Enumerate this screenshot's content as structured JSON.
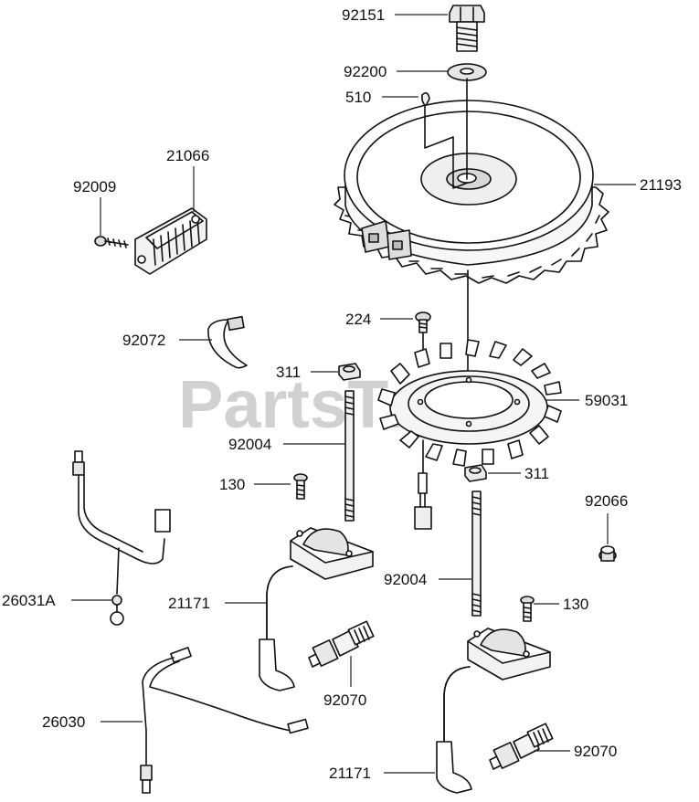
{
  "watermark": "PartsTree",
  "labels": {
    "p92151": "92151",
    "p92200": "92200",
    "p510": "510",
    "p21066": "21066",
    "p92009": "92009",
    "p21193": "21193",
    "p224": "224",
    "p92072": "92072",
    "p311_top": "311",
    "p59031": "59031",
    "p92004_left": "92004",
    "p311_bottom": "311",
    "p130_left": "130",
    "p92066": "92066",
    "p26031A": "26031A",
    "p92004_right": "92004",
    "p130_right": "130",
    "p21171_left": "21171",
    "p92070_left": "92070",
    "p26030": "26030",
    "p92070_right": "92070",
    "p21171_right": "21171"
  }
}
